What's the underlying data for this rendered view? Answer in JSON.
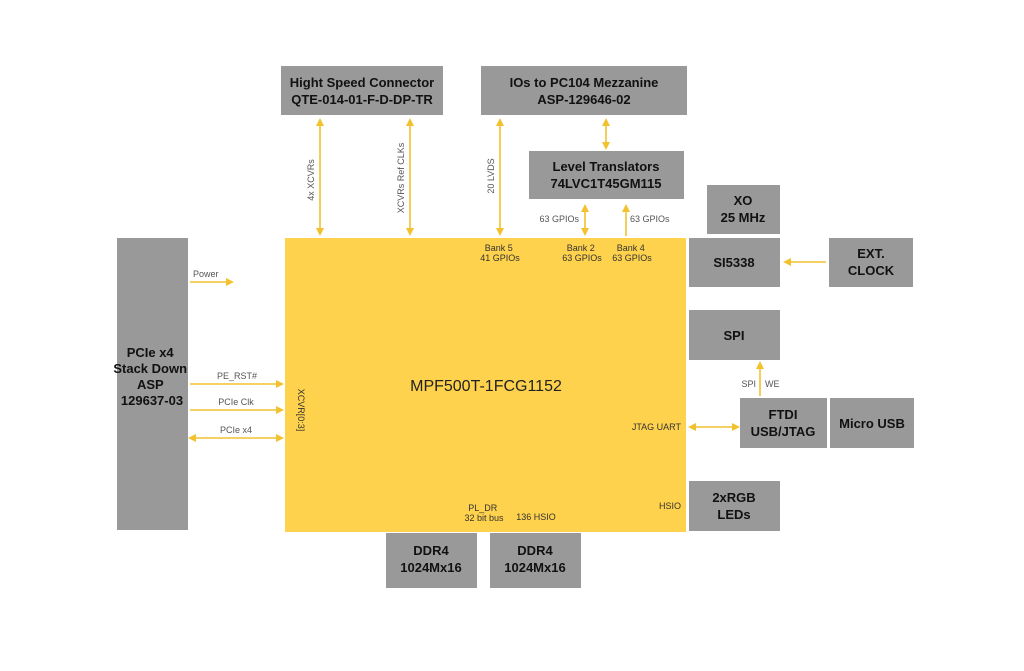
{
  "colors": {
    "fpga": "#ffd24d",
    "box": "#999999",
    "arrow": "#f2c12e"
  },
  "fpga": {
    "name": "MPF500T-1FCG1152",
    "bank5": [
      "Bank 5",
      "41 GPIOs"
    ],
    "bank2": [
      "Bank 2",
      "63 GPIOs"
    ],
    "bank4": [
      "Bank 4",
      "63 GPIOs"
    ],
    "xcvr": "XCVR[0:3]",
    "jtag_uart": "JTAG UART",
    "hsio": "HSIO",
    "pl_ddr": [
      "PL_DR",
      "32 bit bus"
    ],
    "hsio_136": "136 HSIO"
  },
  "blocks": {
    "hs_connector": [
      "Hight Speed Connector",
      "QTE-014-01-F-D-DP-TR"
    ],
    "pc104": [
      "IOs to PC104 Mezzanine",
      "ASP-129646-02"
    ],
    "level_translators": [
      "Level Translators",
      "74LVC1T45GM115"
    ],
    "xo": [
      "XO",
      "25 MHz"
    ],
    "si5338": [
      "SI5338"
    ],
    "ext_clock": [
      "EXT.",
      "CLOCK"
    ],
    "pcie": [
      "PCIe x4",
      "Stack Down",
      "ASP",
      "129637-03"
    ],
    "spi": [
      "SPI"
    ],
    "ftdi": [
      "FTDI",
      "USB/JTAG"
    ],
    "micro_usb": [
      "Micro USB"
    ],
    "rgb": [
      "2xRGB",
      "LEDs"
    ],
    "ddr4_a": [
      "DDR4",
      "1024Mx16"
    ],
    "ddr4_b": [
      "DDR4",
      "1024Mx16"
    ]
  },
  "links": {
    "xcvrs": "4x XCVRs",
    "ref_clks": "XCVRs Ref CLKs",
    "lvds": "20 LVDS",
    "gpios_left": "63 GPIOs",
    "gpios_right": "63 GPIOs",
    "power": "Power",
    "pe_rst": "PE_RST#",
    "pcie_clk": "PCIe Clk",
    "pcie_x4": "PCIe x4",
    "spi": "SPI",
    "we": "WE"
  }
}
